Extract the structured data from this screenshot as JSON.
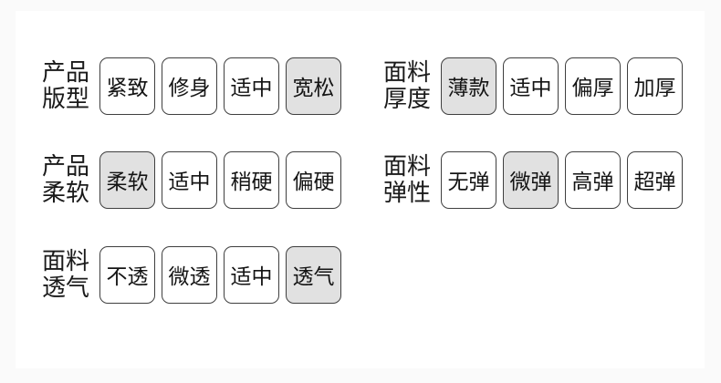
{
  "colors": {
    "page_background": "#fafafa",
    "card_background": "#ffffff",
    "button_border": "#3f3f3f",
    "text": "#1a1a1a",
    "selected_background": "#e1e1e1",
    "unselected_background": "#ffffff"
  },
  "groups": [
    {
      "id": "product-fit",
      "label": "产品版型",
      "line1": "产品",
      "line2": "版型",
      "options": [
        {
          "label": "紧致",
          "selected": false
        },
        {
          "label": "修身",
          "selected": false
        },
        {
          "label": "适中",
          "selected": false
        },
        {
          "label": "宽松",
          "selected": true
        }
      ]
    },
    {
      "id": "fabric-thickness",
      "label": "面料厚度",
      "line1": "面料",
      "line2": "厚度",
      "options": [
        {
          "label": "薄款",
          "selected": true
        },
        {
          "label": "适中",
          "selected": false
        },
        {
          "label": "偏厚",
          "selected": false
        },
        {
          "label": "加厚",
          "selected": false
        }
      ]
    },
    {
      "id": "product-softness",
      "label": "产品柔软",
      "line1": "产品",
      "line2": "柔软",
      "options": [
        {
          "label": "柔软",
          "selected": true
        },
        {
          "label": "适中",
          "selected": false
        },
        {
          "label": "稍硬",
          "selected": false
        },
        {
          "label": "偏硬",
          "selected": false
        }
      ]
    },
    {
      "id": "fabric-elasticity",
      "label": "面料弹性",
      "line1": "面料",
      "line2": "弹性",
      "options": [
        {
          "label": "无弹",
          "selected": false
        },
        {
          "label": "微弹",
          "selected": true
        },
        {
          "label": "高弹",
          "selected": false
        },
        {
          "label": "超弹",
          "selected": false
        }
      ]
    },
    {
      "id": "fabric-breathability",
      "label": "面料透气",
      "line1": "面料",
      "line2": "透气",
      "options": [
        {
          "label": "不透",
          "selected": false
        },
        {
          "label": "微透",
          "selected": false
        },
        {
          "label": "适中",
          "selected": false
        },
        {
          "label": "透气",
          "selected": true
        }
      ]
    }
  ]
}
